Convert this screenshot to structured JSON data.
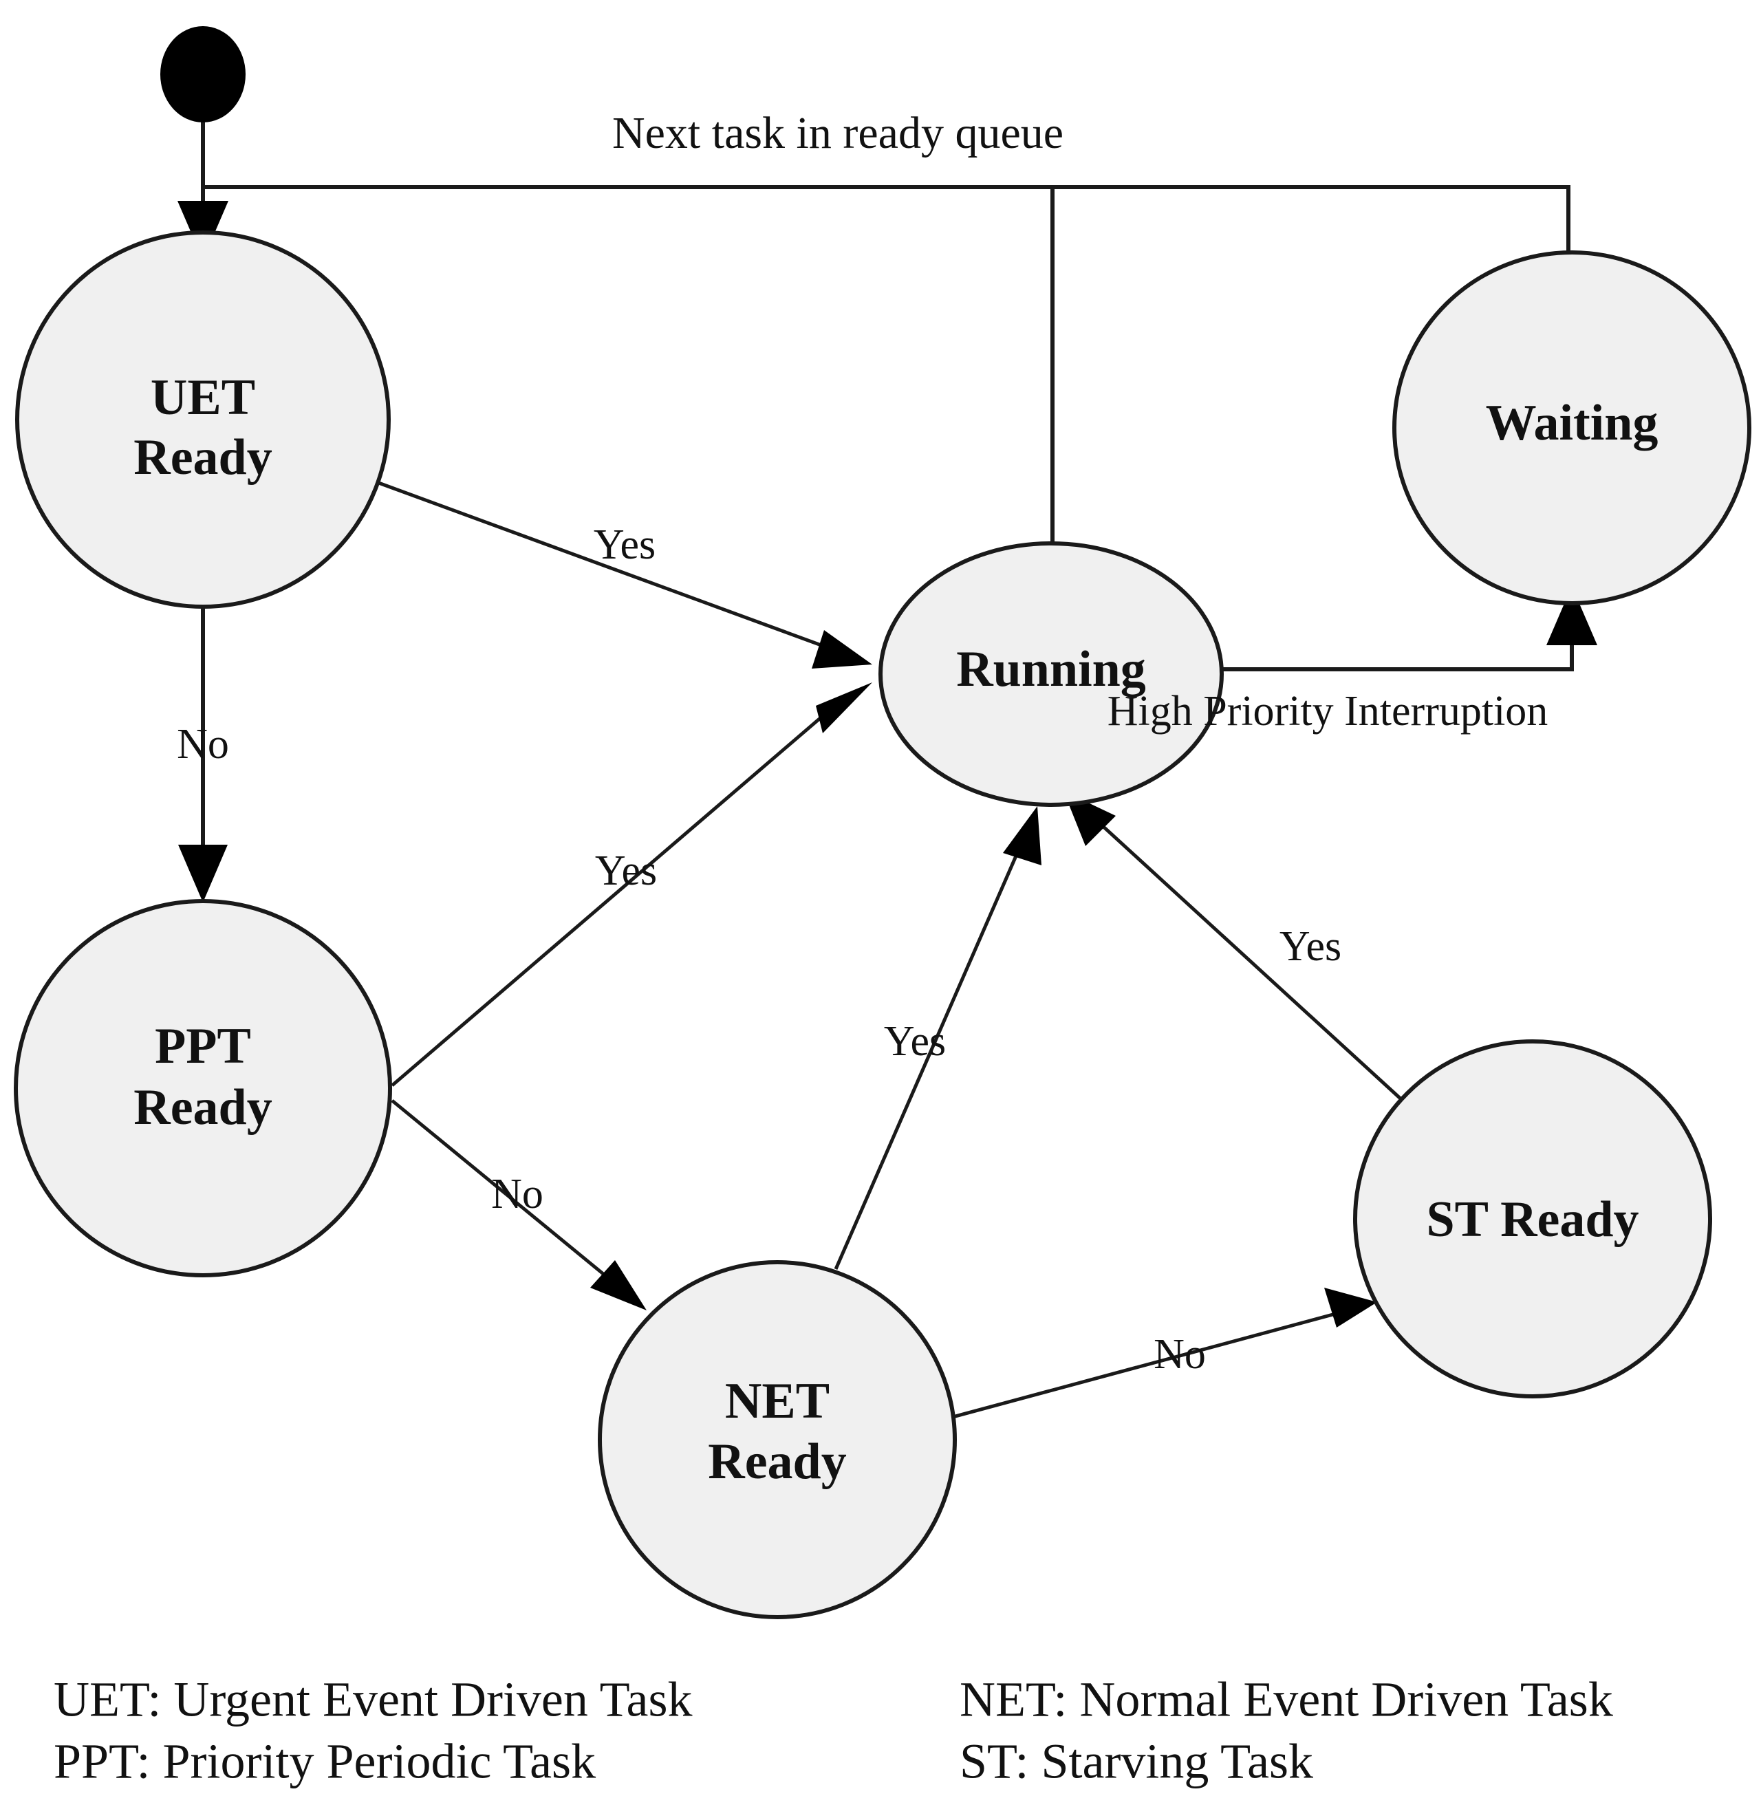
{
  "diagram": {
    "title": "Task state transition diagram",
    "colors": {
      "node_fill": "#f0f0f0",
      "node_stroke": "#1a1a1a",
      "edge": "#1a1a1a",
      "text": "#111111",
      "background": "#ffffff",
      "start_dot": "#000000"
    },
    "nodes": [
      {
        "id": "start",
        "label": "",
        "shape": "filled-circle"
      },
      {
        "id": "uet_ready",
        "label_line1": "UET",
        "label_line2": "Ready",
        "shape": "ellipse"
      },
      {
        "id": "ppt_ready",
        "label_line1": "PPT",
        "label_line2": "Ready",
        "shape": "ellipse"
      },
      {
        "id": "net_ready",
        "label_line1": "NET",
        "label_line2": "Ready",
        "shape": "ellipse"
      },
      {
        "id": "st_ready",
        "label_line1": "ST Ready",
        "label_line2": "",
        "shape": "ellipse"
      },
      {
        "id": "running",
        "label_line1": "Running",
        "label_line2": "",
        "shape": "ellipse"
      },
      {
        "id": "waiting",
        "label_line1": "Waiting",
        "label_line2": "",
        "shape": "ellipse"
      }
    ],
    "edges": [
      {
        "id": "start-to-uet",
        "from": "start",
        "to": "uet_ready",
        "label": ""
      },
      {
        "id": "running-to-uet-queue",
        "from": "running",
        "to": "uet_ready",
        "label": "Next task in ready queue"
      },
      {
        "id": "uet-to-running",
        "from": "uet_ready",
        "to": "running",
        "label": "Yes"
      },
      {
        "id": "uet-to-ppt",
        "from": "uet_ready",
        "to": "ppt_ready",
        "label": "No"
      },
      {
        "id": "ppt-to-running",
        "from": "ppt_ready",
        "to": "running",
        "label": "Yes"
      },
      {
        "id": "ppt-to-net",
        "from": "ppt_ready",
        "to": "net_ready",
        "label": "No"
      },
      {
        "id": "net-to-running",
        "from": "net_ready",
        "to": "running",
        "label": "Yes"
      },
      {
        "id": "net-to-st",
        "from": "net_ready",
        "to": "st_ready",
        "label": "No"
      },
      {
        "id": "st-to-running",
        "from": "st_ready",
        "to": "running",
        "label": "Yes"
      },
      {
        "id": "running-to-waiting",
        "from": "running",
        "to": "waiting",
        "label": "High Priority Interruption"
      }
    ],
    "labels": {
      "next_task": "Next task in ready queue",
      "high_priority": "High Priority Interruption",
      "yes": "Yes",
      "no": "No"
    },
    "node_text": {
      "uet_line1": "UET",
      "uet_line2": "Ready",
      "ppt_line1": "PPT",
      "ppt_line2": "Ready",
      "net_line1": "NET",
      "net_line2": "Ready",
      "st": "ST Ready",
      "running": "Running",
      "waiting": "Waiting"
    },
    "legend": {
      "left": [
        "UET: Urgent Event Driven Task",
        "PPT: Priority Periodic Task"
      ],
      "right": [
        "NET: Normal Event Driven Task",
        "ST: Starving Task"
      ]
    }
  }
}
